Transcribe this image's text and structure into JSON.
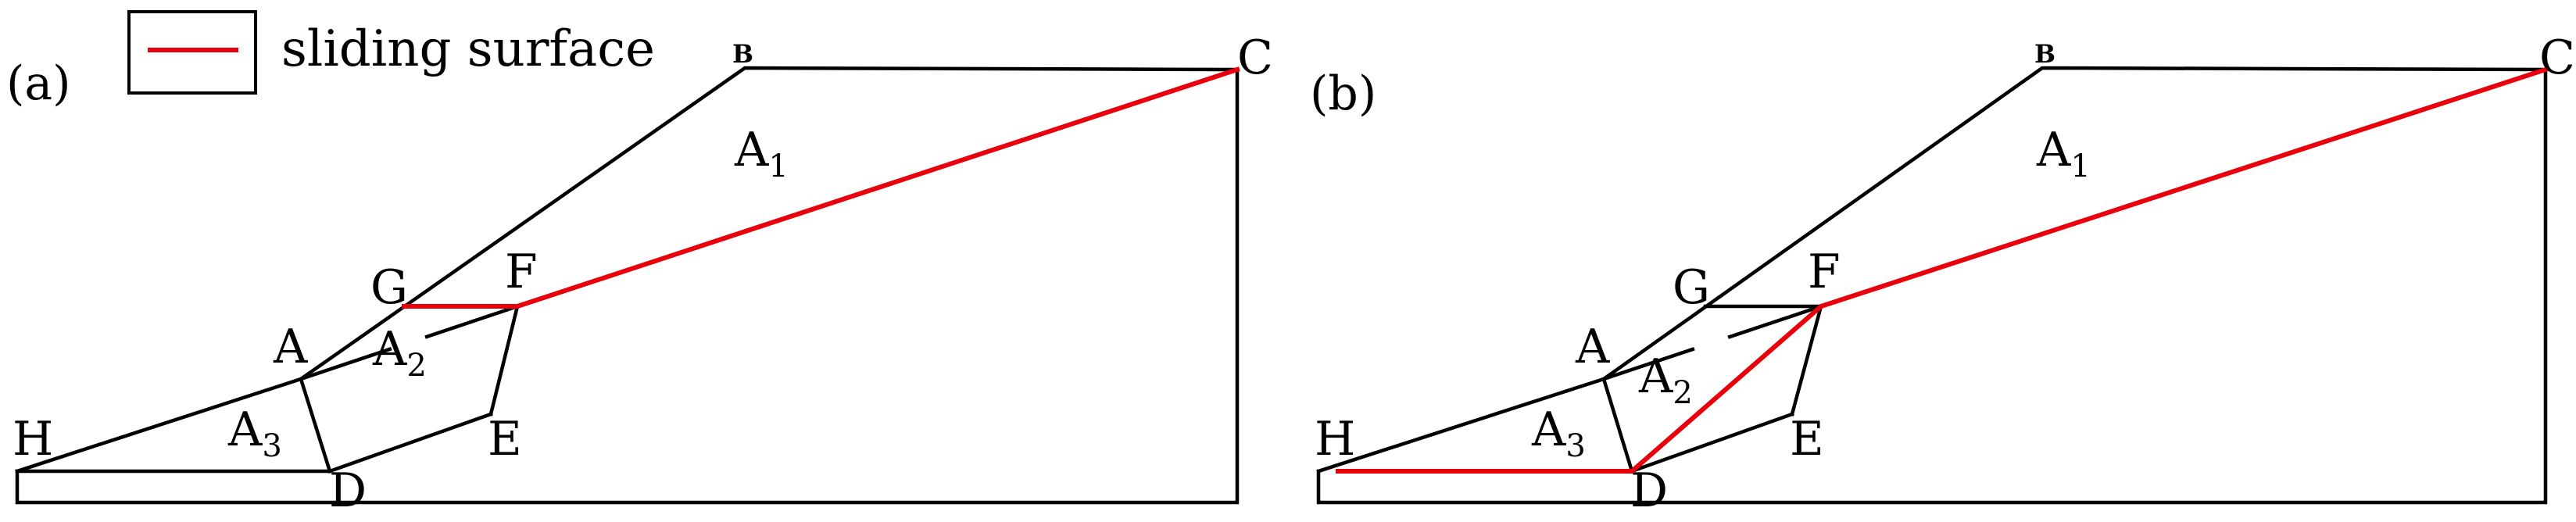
{
  "legend": {
    "label": "sliding surface",
    "line_color": "#e8000b"
  },
  "panels": [
    {
      "label": "(a)",
      "points": {
        "A": "A",
        "B": "B",
        "C": "C",
        "D": "D",
        "E": "E",
        "F": "F",
        "G": "G",
        "H": "H"
      },
      "regions": {
        "A1": "A",
        "A1_sub": "1",
        "A2": "A",
        "A2_sub": "2",
        "A3": "A",
        "A3_sub": "3"
      }
    },
    {
      "label": "(b)",
      "points": {
        "A": "A",
        "B": "B",
        "C": "C",
        "D": "D",
        "E": "E",
        "F": "F",
        "G": "G",
        "H": "H"
      },
      "regions": {
        "A1": "A",
        "A1_sub": "1",
        "A2": "A",
        "A2_sub": "2",
        "A3": "A",
        "A3_sub": "3"
      }
    }
  ],
  "colors": {
    "outline": "#000000",
    "sliding": "#e8000b",
    "background": "#ffffff"
  }
}
